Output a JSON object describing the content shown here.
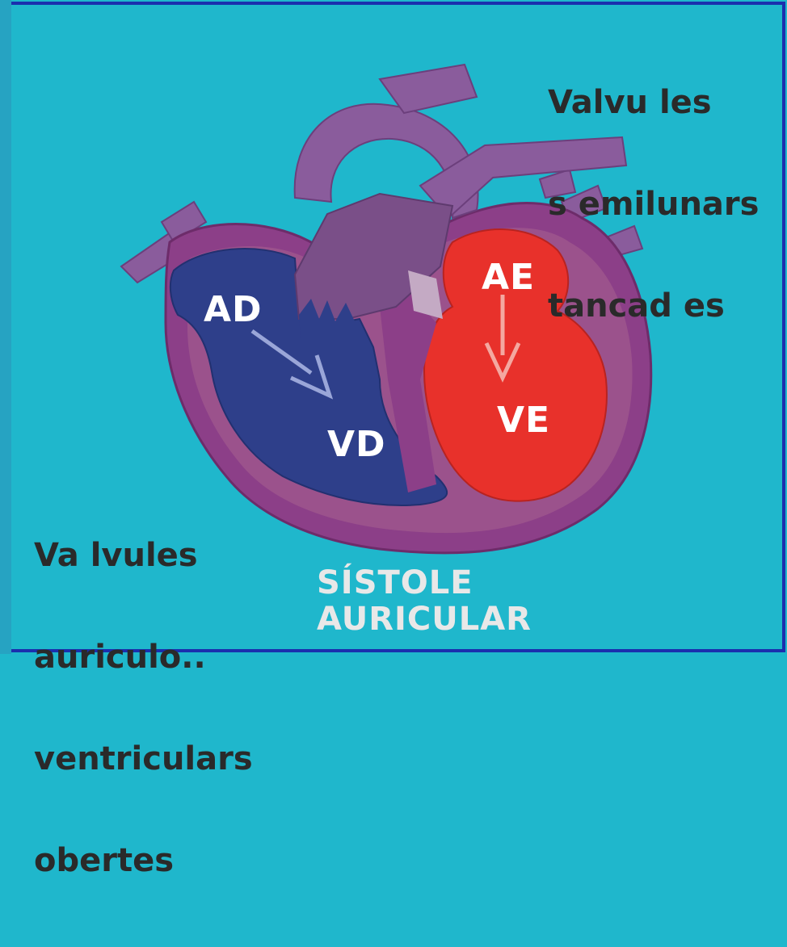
{
  "labels": {
    "semilunar_line1": "Valvu les",
    "semilunar_line2": "s emilunars",
    "semilunar_line3": "tancad es",
    "av_line1": "Va lvules",
    "av_line2": "auriculo..",
    "av_line3": "ventriculars",
    "av_line4": "obertes"
  },
  "chambers": {
    "right_atrium": "AD",
    "right_ventricle": "VD",
    "left_atrium": "AE",
    "left_ventricle": "VE"
  },
  "caption": {
    "line1": "SÍSTOLE",
    "line2": "AURICULAR"
  },
  "colors": {
    "background": "#1fb7cc",
    "frame": "#1a2fae",
    "heart_wall": "#8c3f88",
    "vessels": "#8a5c9c",
    "right_side_blood": "#2e3f8a",
    "left_side_blood": "#e8312b"
  }
}
